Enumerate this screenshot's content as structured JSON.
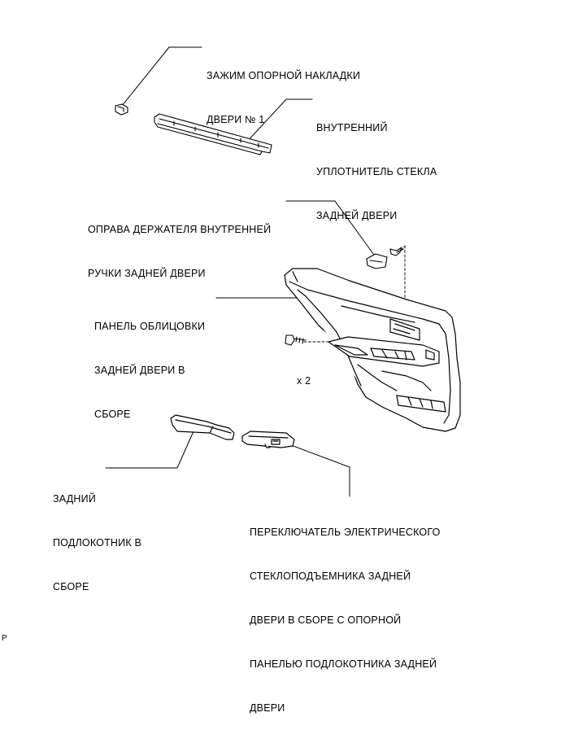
{
  "labels": {
    "clip": [
      "ЗАЖИМ ОПОРНОЙ НАКЛАДКИ",
      "ДВЕРИ № 1"
    ],
    "weatherstrip": [
      "ВНУТРЕННИЙ",
      "УПЛОТНИТЕЛЬ СТЕКЛА",
      "ЗАДНЕЙ ДВЕРИ"
    ],
    "handle_bezel": [
      "ОПРАВА ДЕРЖАТЕЛЯ ВНУТРЕННЕЙ",
      "РУЧКИ ЗАДНЕЙ ДВЕРИ"
    ],
    "trim_panel": [
      "ПАНЕЛЬ ОБЛИЦОВКИ",
      "ЗАДНЕЙ ДВЕРИ В",
      "СБОРЕ"
    ],
    "screw_qty": "x 2",
    "armrest": [
      "ЗАДНИЙ",
      "ПОДЛОКОТНИК В",
      "СБОРЕ"
    ],
    "switch": [
      "ПЕРЕКЛЮЧАТЕЛЬ ЭЛЕКТРИЧЕСКОГО",
      "СТЕКЛОПОДЪЕМНИКА ЗАДНЕЙ",
      "ДВЕРИ В СБОРЕ С ОПОРНОЙ",
      "ПАНЕЛЬЮ ПОДЛОКОТНИКА ЗАДНЕЙ",
      "ДВЕРИ"
    ],
    "corner_code": "P"
  }
}
